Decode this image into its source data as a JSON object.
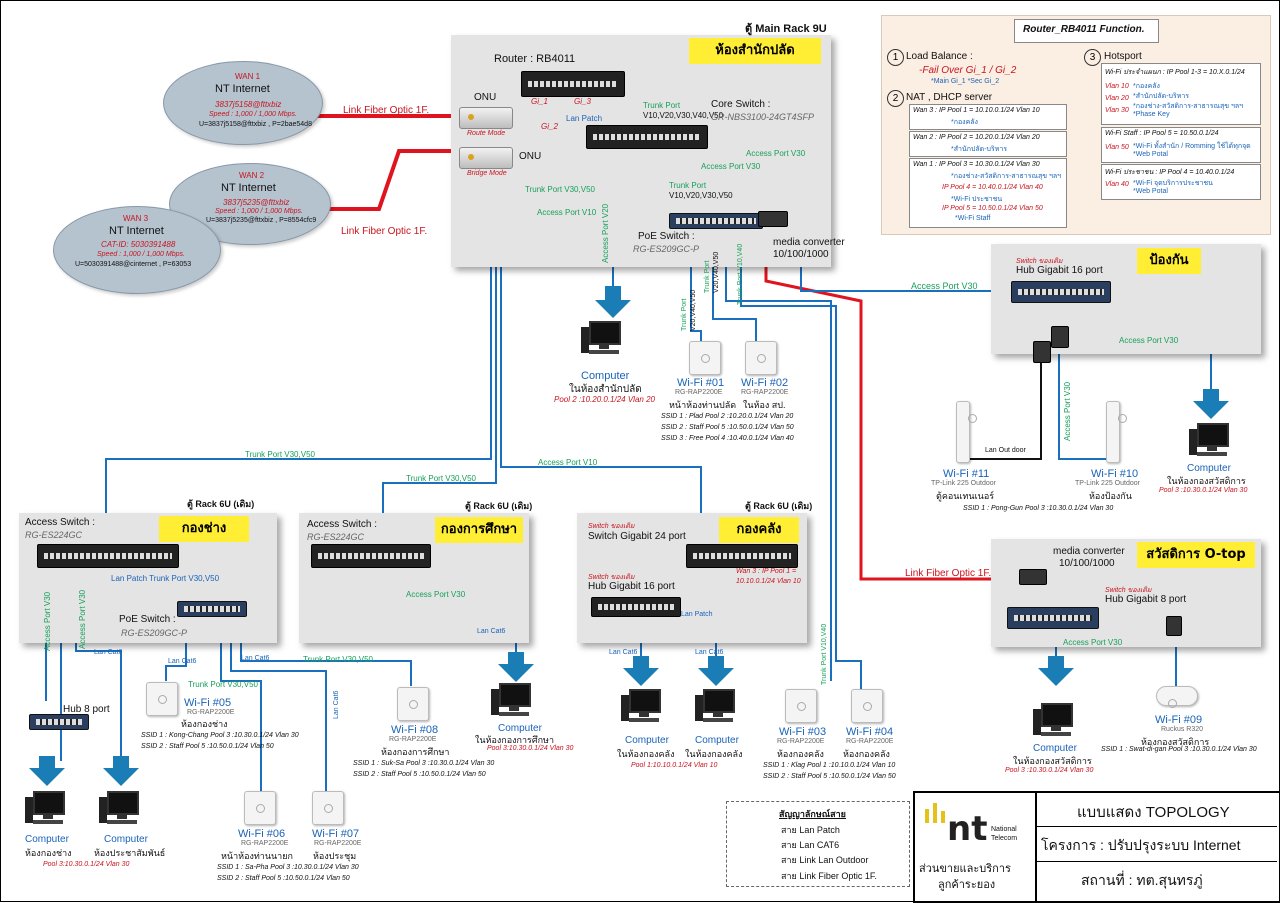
{
  "main_rack": {
    "title": "ตู้ Main Rack 9U",
    "label": "ห้องสำนักปลัด"
  },
  "router": {
    "label": "Router : RB4011",
    "gi1": "Gi_1",
    "gi2": "Gi_2",
    "gi3": "Gi_3",
    "lan_patch": "Lan Patch",
    "trunk": "Trunk Port",
    "trunk_vlans": "V10,V20,V30,V40,V50"
  },
  "core_switch": {
    "label": "Core Switch :",
    "model": "GR-NBS3100-24GT4SFP"
  },
  "onu1": {
    "label": "ONU",
    "mode": "Route Mode"
  },
  "onu2": {
    "label": "ONU",
    "mode": "Bridge Mode"
  },
  "wan1": {
    "title": "WAN 1",
    "name": "NT Internet",
    "acct": "3837j5158@fttxbiz",
    "speed": "Speed : 1,000 / 1,000 Mbps.",
    "login": "U=3837j5158@fttxbiz , P=2bae54d8"
  },
  "wan2": {
    "title": "WAN 2",
    "name": "NT Internet",
    "acct": "3837j5235@fttxbiz",
    "speed": "Speed : 1,000 / 1,000 Mbps.",
    "login": "U=3837j5235@fttxbiz , P=8554cfc9"
  },
  "wan3": {
    "title": "WAN 3",
    "name": "NT Internet",
    "cat": "CAT-ID: 5030391488",
    "speed": "Speed : 1,000 / 1,000 Mbps.",
    "login": "U=5030391488@cinternet , P=63053"
  },
  "fiber_label_1": "Link Fiber Optic 1F.",
  "fiber_label_2": "Link Fiber Optic 1F.",
  "fiber_label_3": "Link Fiber Optic 1F.",
  "poe_main": {
    "label": "PoE Switch :",
    "model": "RG-ES209GC-P"
  },
  "media_conv_main": {
    "label": "media converter",
    "speed": "10/100/1000"
  },
  "port_labels": {
    "access_v30_top": "Access Port V30",
    "access_v30_mid": "Access Port V30",
    "trunk_v30_v50": "Trunk Port V30,V50",
    "access_v10": "Access Port V10",
    "trunk_v10_v20_v30_v50": "Trunk Port",
    "trunk_v10_v20_v30_v50_vals": "V10,V20,V30,V50",
    "access_v20": "Access Port V20",
    "trunk_v20_v40_v50": "Trunk Port",
    "trunk_v20_v40_v50_vals": "V20,V40,V50",
    "trunk_v20_v40_v50_b": "Trunk Port",
    "trunk_v20_v40_v50_b_vals": "V20,V40,V50",
    "trunk_v10_v40": "Trunk Port V10,V40",
    "access_v30_pongkan": "Access Port V30",
    "trunk_v30_v50_left": "Trunk Port V30,V50",
    "trunk_v30_v50_mid": "Trunk Port V30,V50",
    "access_v10_mid": "Access Port V10"
  },
  "computer_main": {
    "label": "Computer",
    "room": "ในห้องสำนักปลัด",
    "pool": "Pool 2 :10.20.0.1/24  Vlan 20"
  },
  "wifi01": {
    "name": "Wi-Fi #01",
    "model": "RG-RAP2200E",
    "room": "หน้าห้องท่านปลัด"
  },
  "wifi02": {
    "name": "Wi-Fi #02",
    "model": "RG-RAP2200E",
    "room": "ในห้อง สป."
  },
  "ssid_main": [
    "SSID 1 : Plad  Pool 2 :10.20.0.1/24  Vlan 20",
    "SSID 2 : Staff  Pool 5 :10.50.0.1/24  Vlan 50",
    "SSID 3 : Free  Pool 4 :10.40.0.1/24  Vlan 40"
  ],
  "router_fn": {
    "title": "Router_RB4011 Function.",
    "s1_title": "Load Balance :",
    "s1_line": "-Fail Over  Gi_1 / Gi_2",
    "s1_sub": "*Main Gi_1  *Sec Gi_2",
    "s2_title": "NAT , DHCP server",
    "wan3_line": "Wan 3 : IP Pool 1 = 10.10.0.1/24  Vlan 10",
    "wan3_sub": "*กองคลัง",
    "wan2_line": "Wan 2 : IP Pool 2 = 10.20.0.1/24  Vlan 20",
    "wan2_sub": "*สำนักปลัด-บริหาร",
    "wan1_line": "Wan 1 : IP Pool 3 = 10.30.0.1/24  Vlan 30",
    "wan1_sub": "*กองช่าง-สวัสดิการ-สาธารณสุข ฯลฯ",
    "pool4": "IP Pool 4 = 10.40.0.1/24  Vlan 40",
    "pool4_sub": "*Wi-Fi ประชาชน",
    "pool5": "IP Pool 5 = 10.50.0.1/24  Vlan 50",
    "pool5_sub": "*Wi-Fi Staff",
    "s3_title": "Hotsport",
    "hs1_title": "Wi-Fi ประจำแผนก : IP Pool 1-3 = 10.X.0.1/24",
    "hs1_v10": "Vlan 10",
    "hs1_v10_t": "*กองคลัง",
    "hs1_v20": "Vlan 20",
    "hs1_v20_t": "*สำนักปลัด-บริหาร",
    "hs1_v30": "Vlan 30",
    "hs1_v30_t": "*กองช่าง-สวัสดิการ-สาธารณสุข ฯลฯ",
    "hs1_pk": "*Phase Key",
    "hs2_title": "Wi-Fi Staff : IP Pool 5 = 10.50.0.1/24",
    "hs2_v": "Vlan 50",
    "hs2_t1": "*Wi-Fi ทั้งสำนัก / Romming ใช้ได้ทุกจุด",
    "hs2_t2": "*Web Potal",
    "hs3_title": "Wi-Fi ประชาชน : IP Pool 4 = 10.40.0.1/24",
    "hs3_v": "Vlan 40",
    "hs3_t1": "*Wi-Fi จุดบริการประชาชน",
    "hs3_t2": "*Web Potal"
  },
  "pongkan": {
    "label": "ป้องกัน",
    "hub_note": "Switch ของเดิม",
    "hub": "Hub Gigabit 16 port",
    "lan_out": "Lan Out door"
  },
  "wifi11": {
    "name": "Wi-Fi #11",
    "model": "TP-Link 225 Outdoor",
    "room": "ตู้คอนเทนเนอร์"
  },
  "wifi10": {
    "name": "Wi-Fi #10",
    "model": "TP-Link 225 Outdoor",
    "room": "ห้องป้องกัน"
  },
  "ssid_pongkan": "SSID 1 : Pong-Gun  Pool 3 :10.30.0.1/24  Vlan 30",
  "computer_sawat1": {
    "label": "Computer",
    "room": "ในห้องกองสวัสดิการ",
    "pool": "Pool 3 :10.30.0.1/24  Vlan 30"
  },
  "kongchang": {
    "rack": "ตู้ Rack 6U (เดิม)",
    "label": "กองช่าง",
    "sw": "Access Switch :",
    "sw_model": "RG-ES224GC",
    "poe": "PoE Switch :",
    "poe_model": "RG-ES209GC-P",
    "lan_patch_trunk": "Lan Patch Trunk Port V30,V50",
    "hub": "Hub 8 port"
  },
  "kongkansuksa": {
    "rack": "ตู้ Rack 6U (เดิม)",
    "label": "กองการศึกษา",
    "sw": "Access Switch :",
    "sw_model": "RG-ES224GC"
  },
  "kongklang": {
    "rack": "ตู้ Rack 6U (เดิม)",
    "label": "กองคลัง",
    "sw_note": "Switch ของเดิม",
    "sw": "Switch Gigabit 24 port",
    "hub_note": "Switch ของเดิม",
    "hub": "Hub Gigabit 16 port",
    "wan3": "Wan 3 : IP Pool 1 =",
    "wan3b": "10.10.0.1/24  Vlan 10",
    "lan_patch": "Lan Patch"
  },
  "sawat": {
    "label": "สวัสดิการ O-top",
    "mc": "media converter",
    "mc_speed": "10/100/1000",
    "hub_note": "Switch ของเดิม",
    "hub": "Hub Gigabit 8 port"
  },
  "lan_cat6": "Lan Cat6",
  "wifi05": {
    "name": "Wi-Fi #05",
    "model": "RG-RAP2200E",
    "room": "ห้องกองช่าง"
  },
  "ssid_05": [
    "SSID 1 : Kong-Chang  Pool 3 :10.30.0.1/24  Vlan 30",
    "SSID 2 : Staff  Pool 5 :10.50.0.1/24  Vlan 50"
  ],
  "wifi06": {
    "name": "Wi-Fi #06",
    "model": "RG-RAP2200E",
    "room": "หน้าห้องท่านนายก"
  },
  "wifi07": {
    "name": "Wi-Fi #07",
    "model": "RG-RAP2200E",
    "room": "ห้องประชุม"
  },
  "ssid_06": [
    "SSID 1 : Sa-Pha  Pool 3 :10.30.0.1/24  Vlan 30",
    "SSID 2 : Staff  Pool 5 :10.50.0.1/24  Vlan 50"
  ],
  "wifi08": {
    "name": "Wi-Fi #08",
    "model": "RG-RAP2200E",
    "room": "ห้องกองการศึกษา"
  },
  "ssid_08": [
    "SSID 1 : Suk-Sa  Pool 3 :10.30.0.1/24  Vlan 30",
    "SSID 2 : Staff  Pool 5 :10.50.0.1/24  Vlan 50"
  ],
  "computer_kongchang": {
    "label": "Computer",
    "room": "ห้องกองช่าง"
  },
  "computer_prasan": {
    "label": "Computer",
    "room": "ห้องประชาสัมพันธ์"
  },
  "pool_kongchang": "Pool 3:10.30.0.1/24  Vlan 30",
  "computer_suksa": {
    "label": "Computer",
    "room": "ในห้องกองการศึกษา",
    "pool": "Pool 3:10.30.0.1/24  Vlan 30"
  },
  "computer_klang1": {
    "label": "Computer",
    "room": "ในห้องกองคลัง"
  },
  "computer_klang2": {
    "label": "Computer",
    "room": "ในห้องกองคลัง"
  },
  "pool_klang": "Pool 1:10.10.0.1/24  Vlan 10",
  "wifi03": {
    "name": "Wi-Fi #03",
    "model": "RG-RAP2200E",
    "room": "ห้องกองคลัง"
  },
  "wifi04": {
    "name": "Wi-Fi #04",
    "model": "RG-RAP2200E",
    "room": "ห้องกองคลัง"
  },
  "ssid_03": [
    "SSID 1 : Klag  Pool 1 :10.10.0.1/24  Vlan 10",
    "SSID 2 : Staff  Pool 5 :10.50.0.1/24  Vlan 50"
  ],
  "computer_sawat2": {
    "label": "Computer",
    "room": "ในห้องกองสวัสดิการ",
    "pool": "Pool 3 :10.30.0.1/24  Vlan 30"
  },
  "wifi09": {
    "name": "Wi-Fi #09",
    "model": "Ruckus R320",
    "room": "ห้องกองสวัสดิการ"
  },
  "ssid_09": "SSID 1 : Swat-di-gan  Pool 3 :10.30.0.1/24  Vlan 30",
  "legend": {
    "title": "สัญญาลักษณ์สาย",
    "items": [
      "สาย Lan Patch",
      "สาย Lan CAT6",
      "สาย Link Lan Outdoor",
      "สาย Link Fiber Optic 1F."
    ],
    "colors": [
      "#36b7e8",
      "#1b6fbf",
      "#111111",
      "#e0141e"
    ]
  },
  "title_block": {
    "logo": "nt",
    "logo_sub1": "National",
    "logo_sub2": "Telecom",
    "dept1": "ส่วนขายและบริการ",
    "dept2": "ลูกค้าระยอง",
    "doc": "แบบแสดง TOPOLOGY",
    "project": "โครงการ : ปรับปรุงระบบ Internet",
    "site": "สถานที่ : ทต.สุนทรภู่"
  }
}
